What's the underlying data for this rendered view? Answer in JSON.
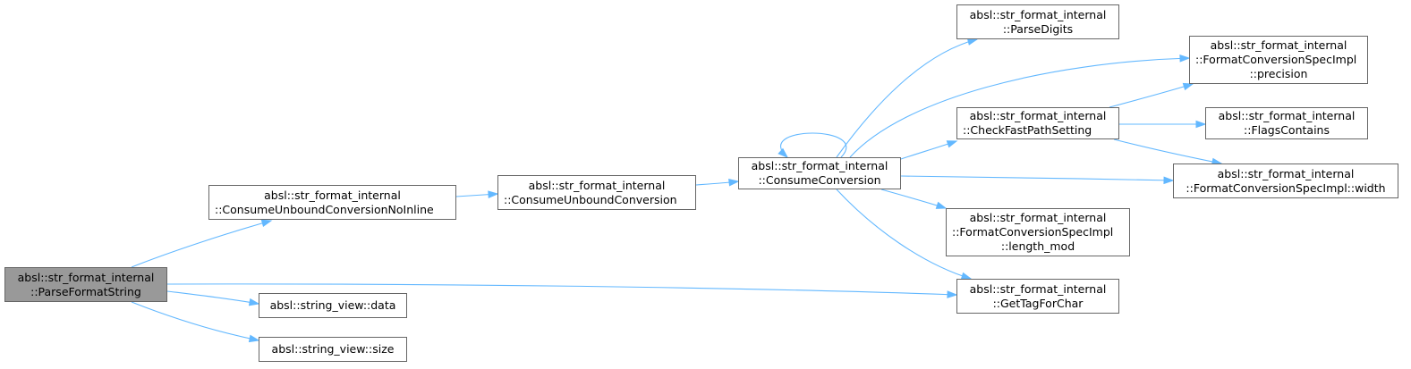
{
  "accent_color": "#63b8ff",
  "node_fill": "#ffffff",
  "root_fill": "#999999",
  "border_color": "#666666",
  "nodes": [
    {
      "id": "parse_format_string",
      "lines": [
        "absl::str_format_internal",
        "::ParseFormatString"
      ],
      "root": true
    },
    {
      "id": "consume_unbound_conversion_noinline",
      "lines": [
        "absl::str_format_internal",
        "::ConsumeUnboundConversionNoInline"
      ]
    },
    {
      "id": "consume_unbound_conversion",
      "lines": [
        "absl::str_format_internal",
        "::ConsumeUnboundConversion"
      ]
    },
    {
      "id": "consume_conversion",
      "lines": [
        "absl::str_format_internal",
        "::ConsumeConversion"
      ]
    },
    {
      "id": "parse_digits",
      "lines": [
        "absl::str_format_internal",
        "::ParseDigits"
      ]
    },
    {
      "id": "check_fast_path_setting",
      "lines": [
        "absl::str_format_internal",
        "::CheckFastPathSetting"
      ]
    },
    {
      "id": "precision",
      "lines": [
        "absl::str_format_internal",
        "::FormatConversionSpecImpl",
        "::precision"
      ]
    },
    {
      "id": "flags_contains",
      "lines": [
        "absl::str_format_internal",
        "::FlagsContains"
      ]
    },
    {
      "id": "width",
      "lines": [
        "absl::str_format_internal",
        "::FormatConversionSpecImpl::width"
      ]
    },
    {
      "id": "length_mod",
      "lines": [
        "absl::str_format_internal",
        "::FormatConversionSpecImpl",
        "::length_mod"
      ]
    },
    {
      "id": "get_tag_for_char",
      "lines": [
        "absl::str_format_internal",
        "::GetTagForChar"
      ]
    },
    {
      "id": "string_view_data",
      "lines": [
        "absl::string_view::data"
      ]
    },
    {
      "id": "string_view_size",
      "lines": [
        "absl::string_view::size"
      ]
    }
  ],
  "edges": [
    {
      "from": "parse_format_string",
      "to": "consume_unbound_conversion_noinline"
    },
    {
      "from": "parse_format_string",
      "to": "get_tag_for_char"
    },
    {
      "from": "parse_format_string",
      "to": "string_view_data"
    },
    {
      "from": "parse_format_string",
      "to": "string_view_size"
    },
    {
      "from": "consume_unbound_conversion_noinline",
      "to": "consume_unbound_conversion"
    },
    {
      "from": "consume_unbound_conversion",
      "to": "consume_conversion"
    },
    {
      "from": "consume_conversion",
      "to": "consume_conversion"
    },
    {
      "from": "consume_conversion",
      "to": "parse_digits"
    },
    {
      "from": "consume_conversion",
      "to": "precision"
    },
    {
      "from": "consume_conversion",
      "to": "check_fast_path_setting"
    },
    {
      "from": "consume_conversion",
      "to": "width"
    },
    {
      "from": "consume_conversion",
      "to": "length_mod"
    },
    {
      "from": "consume_conversion",
      "to": "get_tag_for_char"
    },
    {
      "from": "check_fast_path_setting",
      "to": "precision"
    },
    {
      "from": "check_fast_path_setting",
      "to": "flags_contains"
    },
    {
      "from": "check_fast_path_setting",
      "to": "width"
    }
  ]
}
